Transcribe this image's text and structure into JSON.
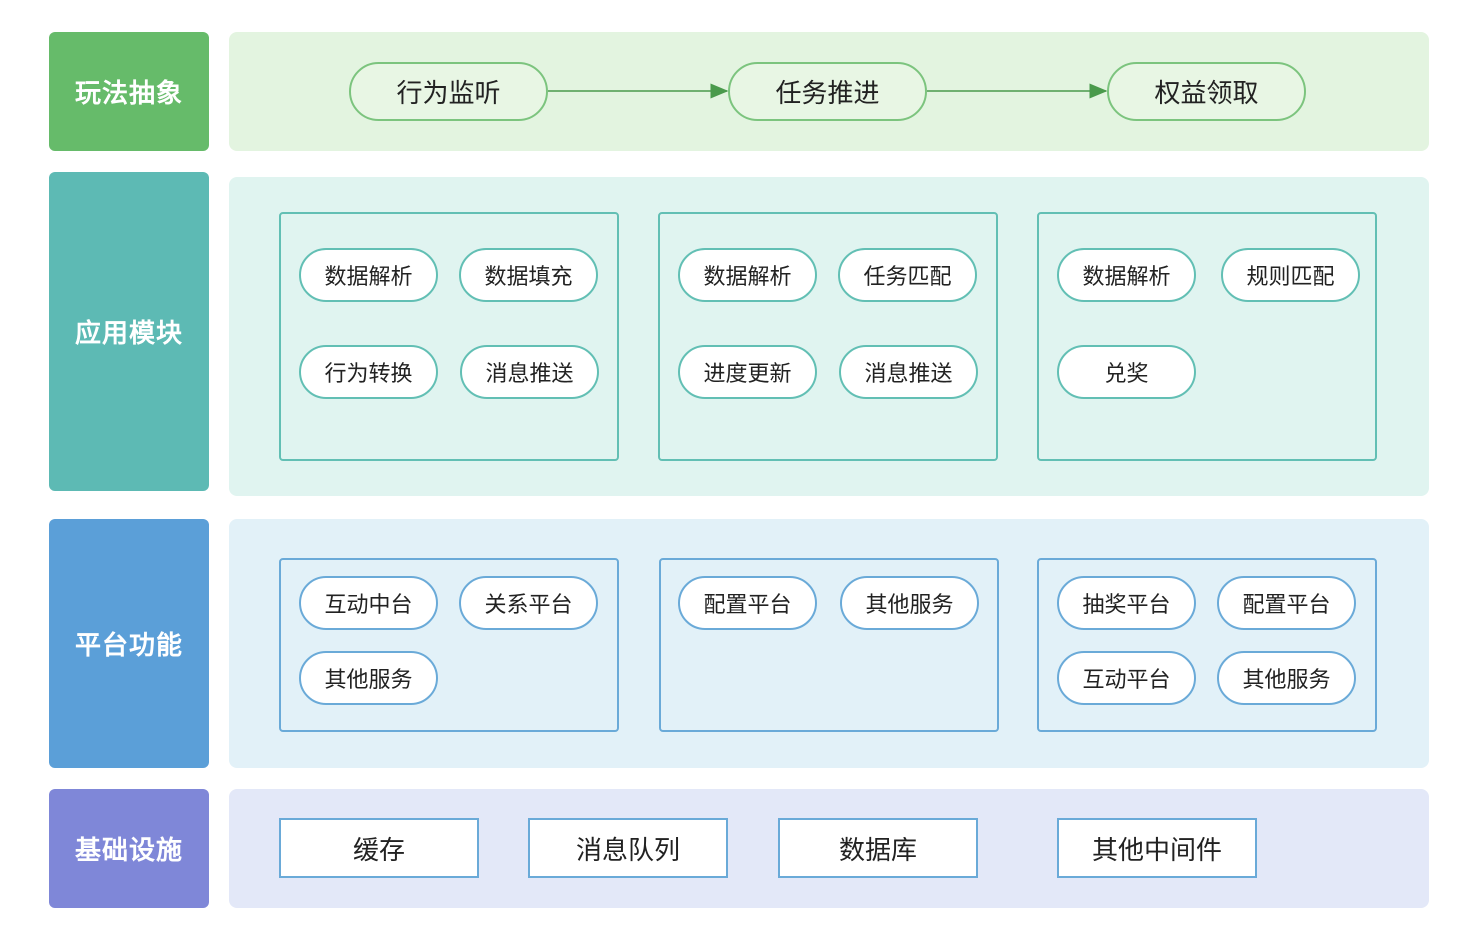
{
  "layers": {
    "gameplay": {
      "label": "玩法抽象",
      "color": "#66bb6a",
      "band_color": "#e3f4e0",
      "steps": [
        "行为监听",
        "任务推进",
        "权益领取"
      ]
    },
    "application": {
      "label": "应用模块",
      "color": "#5dbab4",
      "band_color": "#e0f4f0",
      "groups": [
        [
          "数据解析",
          "数据填充",
          "行为转换",
          "消息推送"
        ],
        [
          "数据解析",
          "任务匹配",
          "进度更新",
          "消息推送"
        ],
        [
          "数据解析",
          "规则匹配",
          "兑奖"
        ]
      ]
    },
    "platform": {
      "label": "平台功能",
      "color": "#5b9fd8",
      "band_color": "#e2f1f8",
      "groups": [
        [
          "互动中台",
          "关系平台",
          "其他服务"
        ],
        [
          "配置平台",
          "其他服务"
        ],
        [
          "抽奖平台",
          "配置平台",
          "互动平台",
          "其他服务"
        ]
      ]
    },
    "infrastructure": {
      "label": "基础设施",
      "color": "#7f87d8",
      "band_color": "#e3e8f8",
      "items": [
        "缓存",
        "消息队列",
        "数据库",
        "其他中间件"
      ]
    }
  }
}
